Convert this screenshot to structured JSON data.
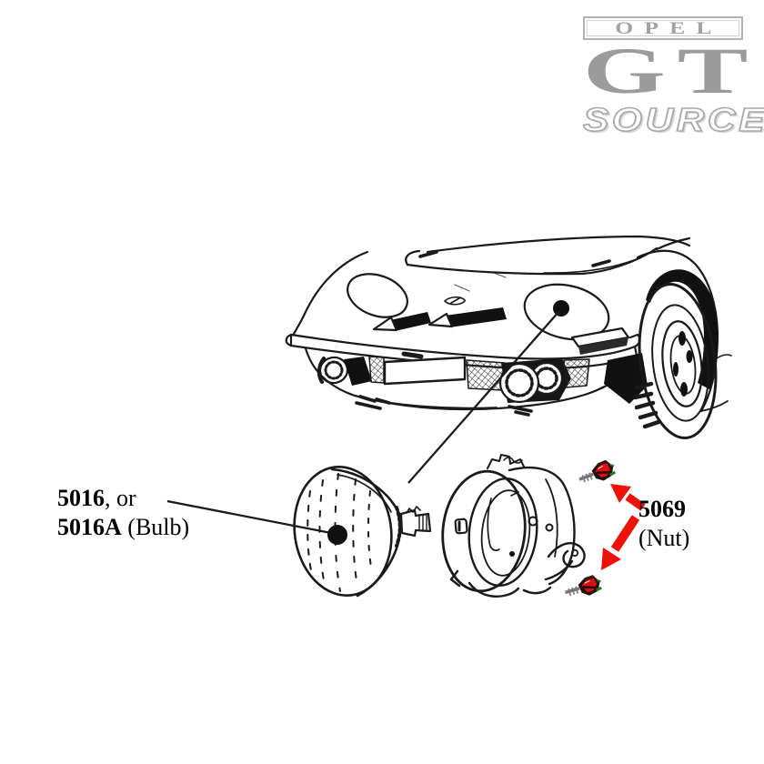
{
  "logo": {
    "opel": "OPEL",
    "gt": "GT",
    "source": "SOURCE"
  },
  "labels": {
    "bulb": {
      "number1": "5016",
      "rest1": ", or",
      "number2": "5016A",
      "rest2": " (Bulb)"
    },
    "nut": {
      "number": "5069",
      "rest": "(Nut)"
    }
  },
  "colors": {
    "ink": "#1a1a1a",
    "arrow_red": "#ee1108",
    "nut_red": "#d91111",
    "nut_green": "#1d7a1d",
    "logo_gray": "#9e9e9e",
    "background": "#ffffff"
  },
  "icons": {
    "nut_arrow_upper": "red-arrow-up-left-icon",
    "nut_arrow_lower": "red-arrow-down-left-icon"
  }
}
